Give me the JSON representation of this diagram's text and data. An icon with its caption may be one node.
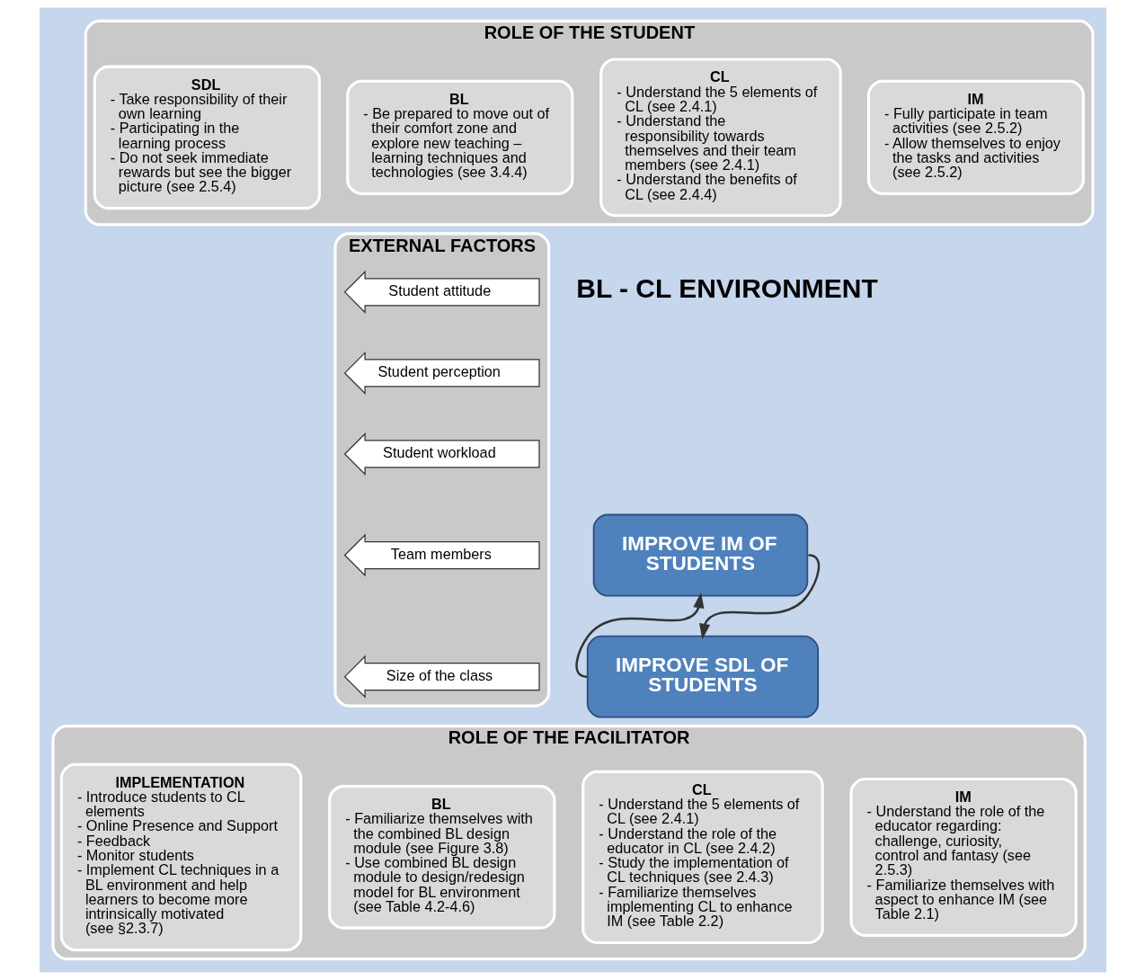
{
  "diagram": {
    "nodes": [
      {
        "text": [
          "ROLE OF THE STUDENT"
        ]
      },
      {
        "text": [
          "IM",
          "- Fully participate in team activities (see 2.5.2)",
          "- Allow themselves to enjoy the tasks and activities (see 2.5.2)"
        ],
        "in": 0
      },
      {
        "text": [
          "CL",
          "- Understand the 5 elements of CL (see 2.4.1)",
          "- Understand the responsibility towards themselves and their team members (see 2.4.1)",
          "- Understand the benefits of CL (see 2.4.4)"
        ],
        "in": 0
      },
      {
        "text": [
          "BL",
          "- Be prepared to move out of their comfort zone and explore new teaching – learning techniques and technologies (see 3.4.4)"
        ],
        "in": 0
      },
      {
        "text": [
          "SDL",
          "- Take responsibility of their own learning",
          "- Participating in the learning process",
          "- Do not seek immediate rewards but see the bigger picture (see 2.5.4)"
        ],
        "in": 0
      },
      {
        "text": [
          "IMPROVE IM OF STUDENTS"
        ]
      },
      {
        "text": [
          "IMPROVE SDL OF STUDENTS"
        ]
      },
      {
        "text": [
          "EXTERNAL FACTORS"
        ]
      },
      {
        "text": [
          "Student attitude"
        ],
        "in": 7
      },
      {
        "text": [
          "Student perception"
        ],
        "in": 7
      },
      {
        "text": [
          "Student workload"
        ],
        "in": 7
      },
      {
        "text": [
          "Team members"
        ],
        "in": 7
      },
      {
        "text": [
          "Size of the class"
        ],
        "in": 7
      },
      {
        "text": [
          "ROLE OF THE FACILITATOR"
        ]
      },
      {
        "text": [
          "IM",
          "- Understand the role of the educator regarding: challenge, curiosity, control and fantasy (see 2.5.3)",
          "- Familiarize themselves with aspect to enhance IM (see Table 2.1)"
        ],
        "in": 13
      },
      {
        "text": [
          "CL",
          "- Understand the 5 elements of CL (see 2.4.1)",
          "- Understand the role of the educator in CL (see 2.4.2)",
          "- Study the implementation of CL techniques (see 2.4.3)",
          "- Familiarize themselves implementing CL to enhance IM (see Table 2.2)"
        ],
        "in": 13
      },
      {
        "text": [
          "BL",
          "- Familiarize themselves with the combined BL design module (see Figure 3.8)",
          "- Use combined BL design module to design/redesign model for BL environment (see Table 4.2-4.6)"
        ],
        "in": 13
      },
      {
        "text": [
          "IMPLEMENTATION",
          "- Introduce students to CL elements",
          "- Online Presence and Support",
          "- Feedback",
          "- Monitor students",
          "- Implement CL techniques in a BL environment and help learners to become more intrinsically motivated (see §2.3.7)"
        ],
        "in": 13
      }
    ],
    "edges": [
      {
        "from": 5,
        "to": 6,
        "arrow": "to"
      },
      {
        "from": 6,
        "to": 5,
        "arrow": "to"
      }
    ],
    "labels": [
      "BL - CL ENVIRONMENT"
    ]
  }
}
